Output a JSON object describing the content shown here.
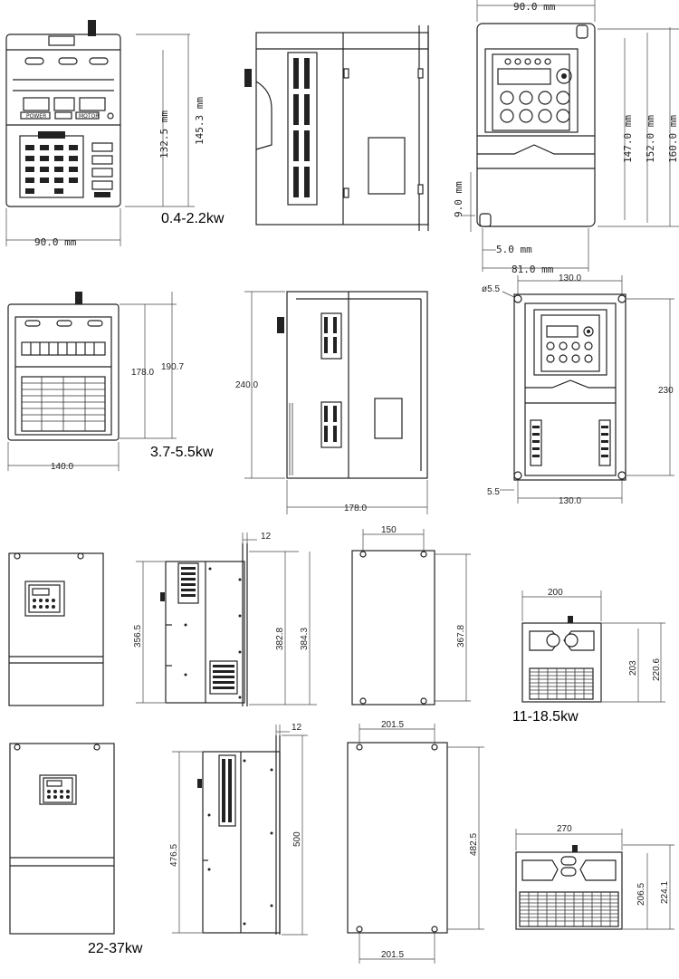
{
  "groups": {
    "g1": {
      "label": "0.4-2.2kw",
      "front": {
        "width": "90.0 mm",
        "height_inner": "132.5 mm",
        "height_outer": "145.3 mm",
        "panel_labels": [
          "POWER",
          "",
          "MOTOR"
        ]
      },
      "mounting": {
        "width": "90.0 mm",
        "hole_offset": "5.0 mm",
        "hole_span": "81.0 mm",
        "height_a": "147.0 mm",
        "height_b": "152.0 mm",
        "height_c": "160.0 mm",
        "bottom_offset": "9.0 mm"
      }
    },
    "g2": {
      "label": "3.7-5.5kw",
      "front": {
        "width": "140.0",
        "height_a": "178.0",
        "height_b": "190.7"
      },
      "side": {
        "height": "240.0",
        "depth": "178.0"
      },
      "mounting": {
        "hole_dia": "ø5.5",
        "width_top": "130.0",
        "width_bottom": "130.0",
        "height": "230",
        "hole_offset": "5.5"
      }
    },
    "g3": {
      "label": "11-18.5kw",
      "side": {
        "height_a": "356.5",
        "height_b": "382.8",
        "height_c": "384.3",
        "flange": "12"
      },
      "mounting": {
        "width": "150",
        "height": "367.8"
      },
      "bottom": {
        "width": "200",
        "height_a": "203",
        "height_b": "220.6"
      }
    },
    "g4": {
      "label": "22-37kw",
      "side": {
        "height_a": "476.5",
        "height_b": "500",
        "flange": "12"
      },
      "mounting": {
        "width_top": "201.5",
        "width_bottom": "201.5",
        "height": "482.5"
      },
      "bottom": {
        "width": "270",
        "height_a": "206.5",
        "height_b": "224.1"
      }
    }
  }
}
